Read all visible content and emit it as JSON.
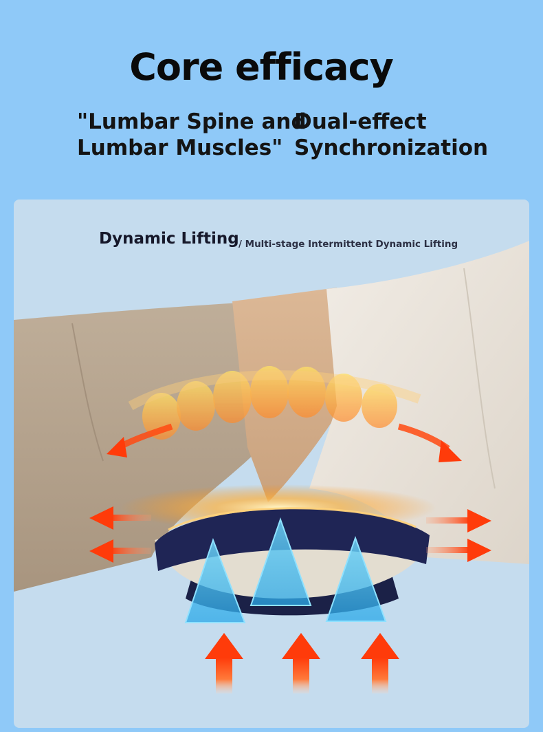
{
  "header": {
    "title": "Core efficacy",
    "subtitle_left": [
      "\"Lumbar Spine and",
      "Lumbar Muscles\""
    ],
    "subtitle_right": [
      "Dual-effect",
      "Synchronization"
    ]
  },
  "card": {
    "heading": "Dynamic Lifting",
    "subheading": "/ Multi-stage Intermittent Dynamic Lifting"
  },
  "colors": {
    "background": "#8fc9f8",
    "card": "#c5dcee",
    "arrow": "#ff4a12",
    "device_band": "#1f2555",
    "triangle": "#4fc3f0"
  },
  "icons": [
    "right-arrow-icon",
    "left-arrow-icon",
    "up-arrow-icon",
    "curved-arrow-icon",
    "lift-triangle-icon"
  ]
}
